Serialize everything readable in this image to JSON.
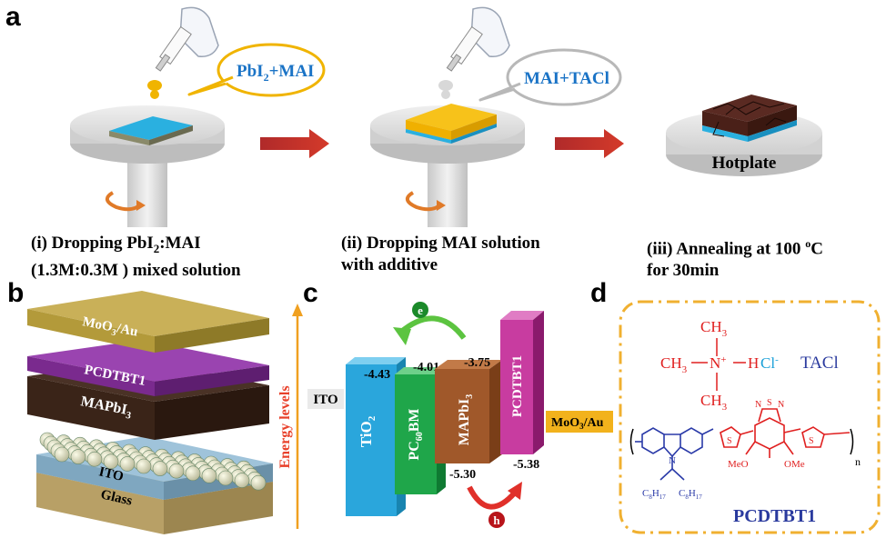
{
  "panels": {
    "a": "a",
    "b": "b",
    "c": "c",
    "d": "d"
  },
  "panel_a": {
    "bubble1": {
      "pre": "PbI",
      "sub": "2",
      "post": "+MAI",
      "color": "#f0b400"
    },
    "bubble2": {
      "text": "MAI+TACl",
      "color": "#b8b8b8"
    },
    "hotplate": "Hotplate",
    "step1": {
      "line1_pre": "(i) Dropping PbI",
      "line1_sub": "2",
      "line1_post": ":MAI",
      "line2": "(1.3M:0.3M ) mixed solution"
    },
    "step2": {
      "line1": "(ii) Dropping MAI solution",
      "line2": "with additive"
    },
    "step3": {
      "line1_pre": "(iii) Annealing at 100 ",
      "line1_sup": "o",
      "line1_post": "C",
      "line2": "for 30min"
    }
  },
  "panel_b": {
    "layers": [
      {
        "pre": "MoO",
        "sub": "3",
        "post": "/Au",
        "color": "#b39a3a"
      },
      {
        "pre": "PCDTBT1",
        "sub": "",
        "post": "",
        "color": "#7a2a8e"
      },
      {
        "pre": "MAPbI",
        "sub": "3",
        "post": "",
        "color": "#3a2418"
      },
      {
        "pre": "ITO",
        "sub": "",
        "post": "",
        "color": "#7fa7c0"
      },
      {
        "pre": "Glass",
        "sub": "",
        "post": "",
        "color": "#c9b078"
      }
    ]
  },
  "panel_c": {
    "axis_label": "Energy levels",
    "ito": "ITO",
    "tio2": {
      "label_pre": "TiO",
      "label_sub": "2",
      "value": "-4.43",
      "color": "#2aa6dc"
    },
    "pcbm": {
      "label_pre": "PC",
      "label_sub": "60",
      "label_post": "BM",
      "value": "-4.01",
      "color": "#1fa64a"
    },
    "mapbi": {
      "label_pre": "MAPbI",
      "label_sub": "3",
      "top": "-3.75",
      "bottom": "-5.30",
      "color": "#a0582a"
    },
    "pcdtbt": {
      "label": "PCDTBT1",
      "bottom": "-5.38",
      "color": "#c83ca0"
    },
    "moo3": {
      "pre": "MoO",
      "sub": "3",
      "post": "/Au",
      "color": "#f2b21c"
    },
    "electron": "e",
    "hole": "h"
  },
  "panel_d": {
    "ch3_top": "CH",
    "ch3_left": "CH",
    "ch3_bottom": "CH",
    "three": "3",
    "n_plus": "N",
    "plus": "+",
    "h": "H",
    "cl": "Cl",
    "minus": "-",
    "tacl": "TACl",
    "n_atom": "N",
    "s_atom": "S",
    "n_atom2": "N",
    "s_thio": "S",
    "ome": "MeO",
    "ome2": "OMe",
    "c8h17_a": "C",
    "c8h17_b": "C",
    "c8": "8",
    "h17": "17",
    "h_letter": "H",
    "subscript_n": "n",
    "pcdtbt": "PCDTBT1"
  }
}
